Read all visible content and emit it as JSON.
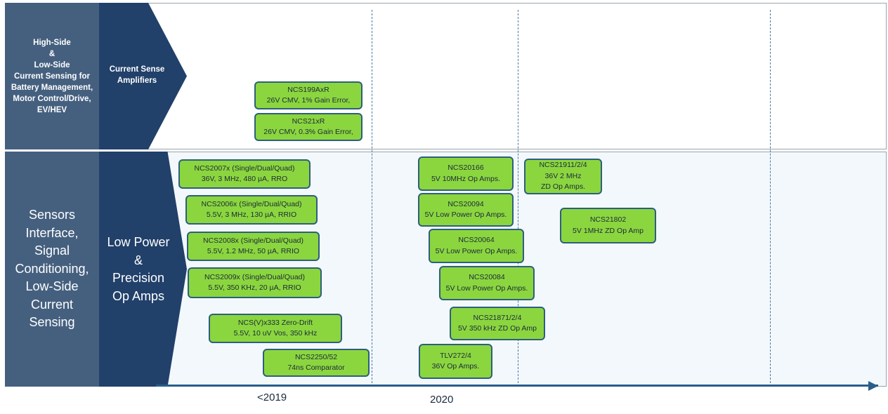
{
  "rows": [
    {
      "category": [
        "High-Side",
        "&",
        "Low-Side",
        "Current Sensing for",
        "Battery Management,",
        "Motor Control/Drive,",
        "EV/HEV"
      ],
      "subcategory": [
        "Current Sense",
        "Amplifiers"
      ]
    },
    {
      "category": [
        "Sensors",
        "Interface,",
        "Signal",
        "Conditioning,",
        "Low-Side",
        "Current",
        "Sensing"
      ],
      "subcategory": [
        "Low Power",
        "&",
        "Precision",
        "Op Amps"
      ]
    }
  ],
  "timeline": [
    "<2019",
    "2020"
  ],
  "products": {
    "ncs199axr": [
      "NCS199AxR",
      "26V CMV, 1% Gain Error,"
    ],
    "ncs21xr": [
      "NCS21xR",
      "26V CMV, 0.3% Gain Error,"
    ],
    "ncs2007x": [
      "NCS2007x (Single/Dual/Quad)",
      "36V, 3 MHz, 480 µA, RRO"
    ],
    "ncs2006x": [
      "NCS2006x (Single/Dual/Quad)",
      "5.5V, 3 MHz, 130 µA, RRIO"
    ],
    "ncs2008x": [
      "NCS2008x (Single/Dual/Quad)",
      "5.5V, 1.2 MHz, 50 µA, RRIO"
    ],
    "ncs2009x": [
      "NCS2009x (Single/Dual/Quad)",
      "5.5V, 350 KHz, 20 µA, RRIO"
    ],
    "ncsvx333": [
      "NCS(V)x333 Zero-Drift",
      "5.5V, 10 uV Vos, 350 kHz"
    ],
    "ncs2250": [
      "NCS2250/52",
      "74ns Comparator"
    ],
    "ncs20166": [
      "NCS20166",
      "5V 10MHz Op Amps."
    ],
    "ncs20094": [
      "NCS20094",
      "5V Low Power Op Amps."
    ],
    "ncs20064": [
      "NCS20064",
      "5V Low Power Op Amps."
    ],
    "ncs20084": [
      "NCS20084",
      "5V Low Power Op Amps."
    ],
    "ncs21871": [
      "NCS21871/2/4",
      "5V 350 kHz ZD Op Amp"
    ],
    "tlv272": [
      "TLV272/4",
      "36V Op Amps."
    ],
    "ncs21911": [
      "NCS21911/2/4",
      "36V 2 MHz",
      "ZD Op Amps."
    ],
    "ncs21802": [
      "NCS21802",
      "5V 1MHz ZD Op Amp"
    ]
  },
  "colors": {
    "category_bg": "#45607f",
    "chevron_bg": "#21406a",
    "product_fill": "#8bd63f",
    "product_border": "#2d5f7e",
    "axis": "#2a5d8a"
  }
}
